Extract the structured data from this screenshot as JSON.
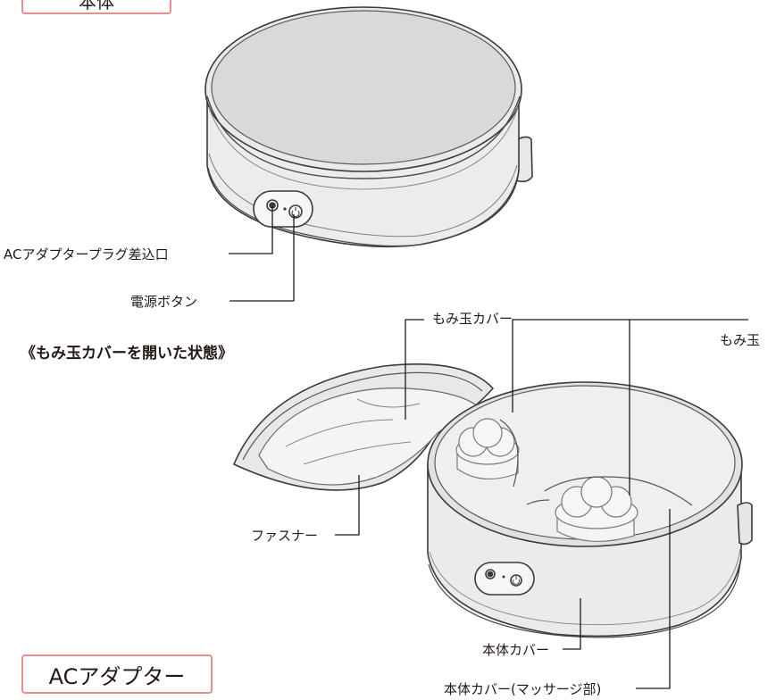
{
  "sections": {
    "main_unit": "本体",
    "ac_adapter": "ACアダプター"
  },
  "state_heading": "《もみ玉カバーを開いた状態》",
  "callouts": {
    "ac_plug_inlet": "ACアダプタープラグ差込口",
    "power_button": "電源ボタン",
    "massage_ball_cover": "もみ玉カバー",
    "massage_balls": "もみ玉",
    "zipper": "ファスナー",
    "body_cover": "本体カバー",
    "body_cover_massage_part": "本体カバー(マッサージ部)"
  },
  "colors": {
    "section_border": "#e4908f",
    "device_fill": "#eeeeee",
    "device_stroke": "#3a3a3a",
    "leader_line": "#231815"
  }
}
